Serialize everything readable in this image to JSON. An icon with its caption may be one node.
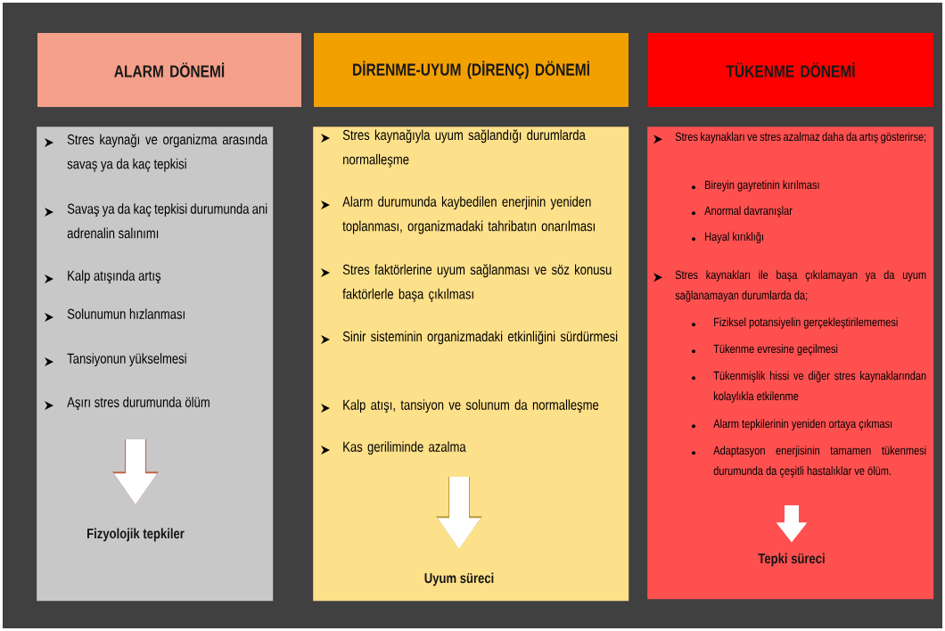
{
  "diagram": {
    "nodes": [
      {
        "text": [
          "ALARM DÖNEMİ"
        ]
      },
      {
        "text": [
          "DİRENME-UYUM (DİRENÇ) DÖNEMİ"
        ]
      },
      {
        "text": [
          "TÜKENME DÖNEMİ"
        ]
      },
      {
        "text": [
          "Stres kaynağı ve organizma arasında savaş ya da kaç tepkisi",
          "Savaş ya da kaç tepkisi durumunda ani adrenalin salınımı",
          "Kalp atışında artış",
          "Solunumun hızlanması",
          "Tansiyonun yükselmesi",
          "Aşırı stres durumunda ölüm"
        ]
      },
      {
        "text": [
          "Stres kaynağıyla uyum sağlandığı durumlarda normalleşme",
          "Alarm durumunda kaybedilen enerjinin yeniden toplanması, organizmadaki tahribatın onarılması",
          "Stres faktörlerine uyum sağlanması ve söz konusu faktörlerle başa çıkılması",
          "Sinir sisteminin organizmadaki etkinliğini sürdürmesi",
          "Kalp atışı, tansiyon ve solunum da normalleşme",
          "Kas geriliminde azalma"
        ]
      },
      {
        "text": [
          "Stres kaynakları ve stres azalmaz daha da artış gösterirse;",
          "Bireyin gayretinin kırılması",
          "Anormal davranışlar",
          "Hayal kırıklığı",
          "Stres kaynakları ile başa çıkılamayan ya da uyum sağlanamayan durumlarda da;",
          "Fiziksel potansiyelin gerçekleştirilememesi",
          "Tükenme evresine geçilmesi",
          "Tükenmişlik hissi ve diğer stres kaynaklarından kolaylıkla etkilenme",
          "Alarm tepkilerinin yeniden ortaya çıkması",
          "Adaptasyon enerjisinin tamamen tükenmesi durumunda da çeşitli hastalıklar ve ölüm."
        ]
      },
      {
        "text": [
          "Fizyolojik tepkiler"
        ],
        "in": 3
      },
      {
        "text": [
          "Uyum süreci"
        ],
        "in": 4
      },
      {
        "text": [
          "Tepki süreci"
        ],
        "in": 5
      }
    ],
    "edges": [
      {
        "from": null,
        "to": 6,
        "arrow": "to"
      },
      {
        "from": null,
        "to": 7,
        "arrow": "to"
      },
      {
        "from": null,
        "to": 8,
        "arrow": "to"
      }
    ]
  }
}
